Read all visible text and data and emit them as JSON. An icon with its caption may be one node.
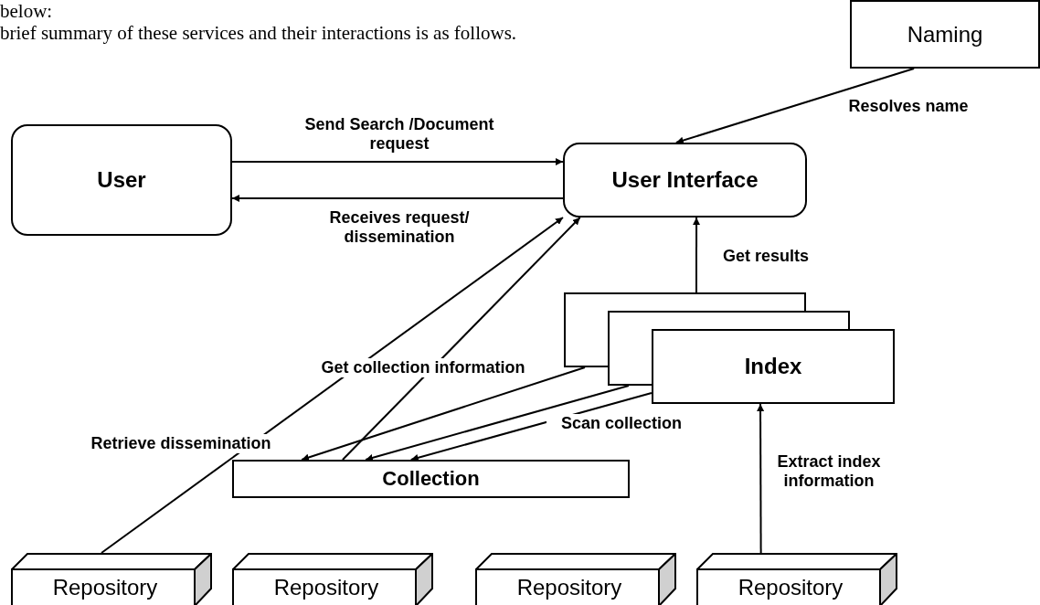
{
  "diagram": {
    "nodes": [
      {
        "text": [
          "Naming"
        ]
      },
      {
        "text": [
          "User"
        ]
      },
      {
        "text": [
          "User Interface"
        ]
      },
      {
        "text": [
          "Index"
        ]
      },
      {
        "text": [
          "Collection"
        ]
      },
      {
        "text": [
          "Repository"
        ]
      },
      {
        "text": [
          "Repository"
        ]
      },
      {
        "text": [
          "Repository"
        ]
      },
      {
        "text": [
          "Repository"
        ]
      }
    ],
    "edges": [
      {
        "from": 0,
        "to": 2,
        "arrow": "to",
        "label": "Resolves name"
      },
      {
        "from": 1,
        "to": 2,
        "arrow": "to",
        "label": "Send Search /Document request"
      },
      {
        "from": 2,
        "to": 1,
        "arrow": "to",
        "label": "Receives request/ dissemination"
      },
      {
        "from": 5,
        "to": 2,
        "arrow": "to",
        "label": "Retrieve dissemination"
      },
      {
        "from": 4,
        "to": 2,
        "arrow": "to",
        "label": "Get collection information"
      },
      {
        "from": 3,
        "to": 4,
        "arrow": "to"
      },
      {
        "from": 3,
        "to": 4,
        "arrow": "to"
      },
      {
        "from": 3,
        "to": 4,
        "arrow": "to",
        "label": "Scan collection"
      },
      {
        "from": 3,
        "to": 2,
        "arrow": "to",
        "label": "Get results"
      },
      {
        "from": 8,
        "to": 3,
        "arrow": "to",
        "label": "Extract index information"
      }
    ],
    "labels": [
      "below:",
      "brief summary of these services and their interactions is as follows."
    ]
  }
}
